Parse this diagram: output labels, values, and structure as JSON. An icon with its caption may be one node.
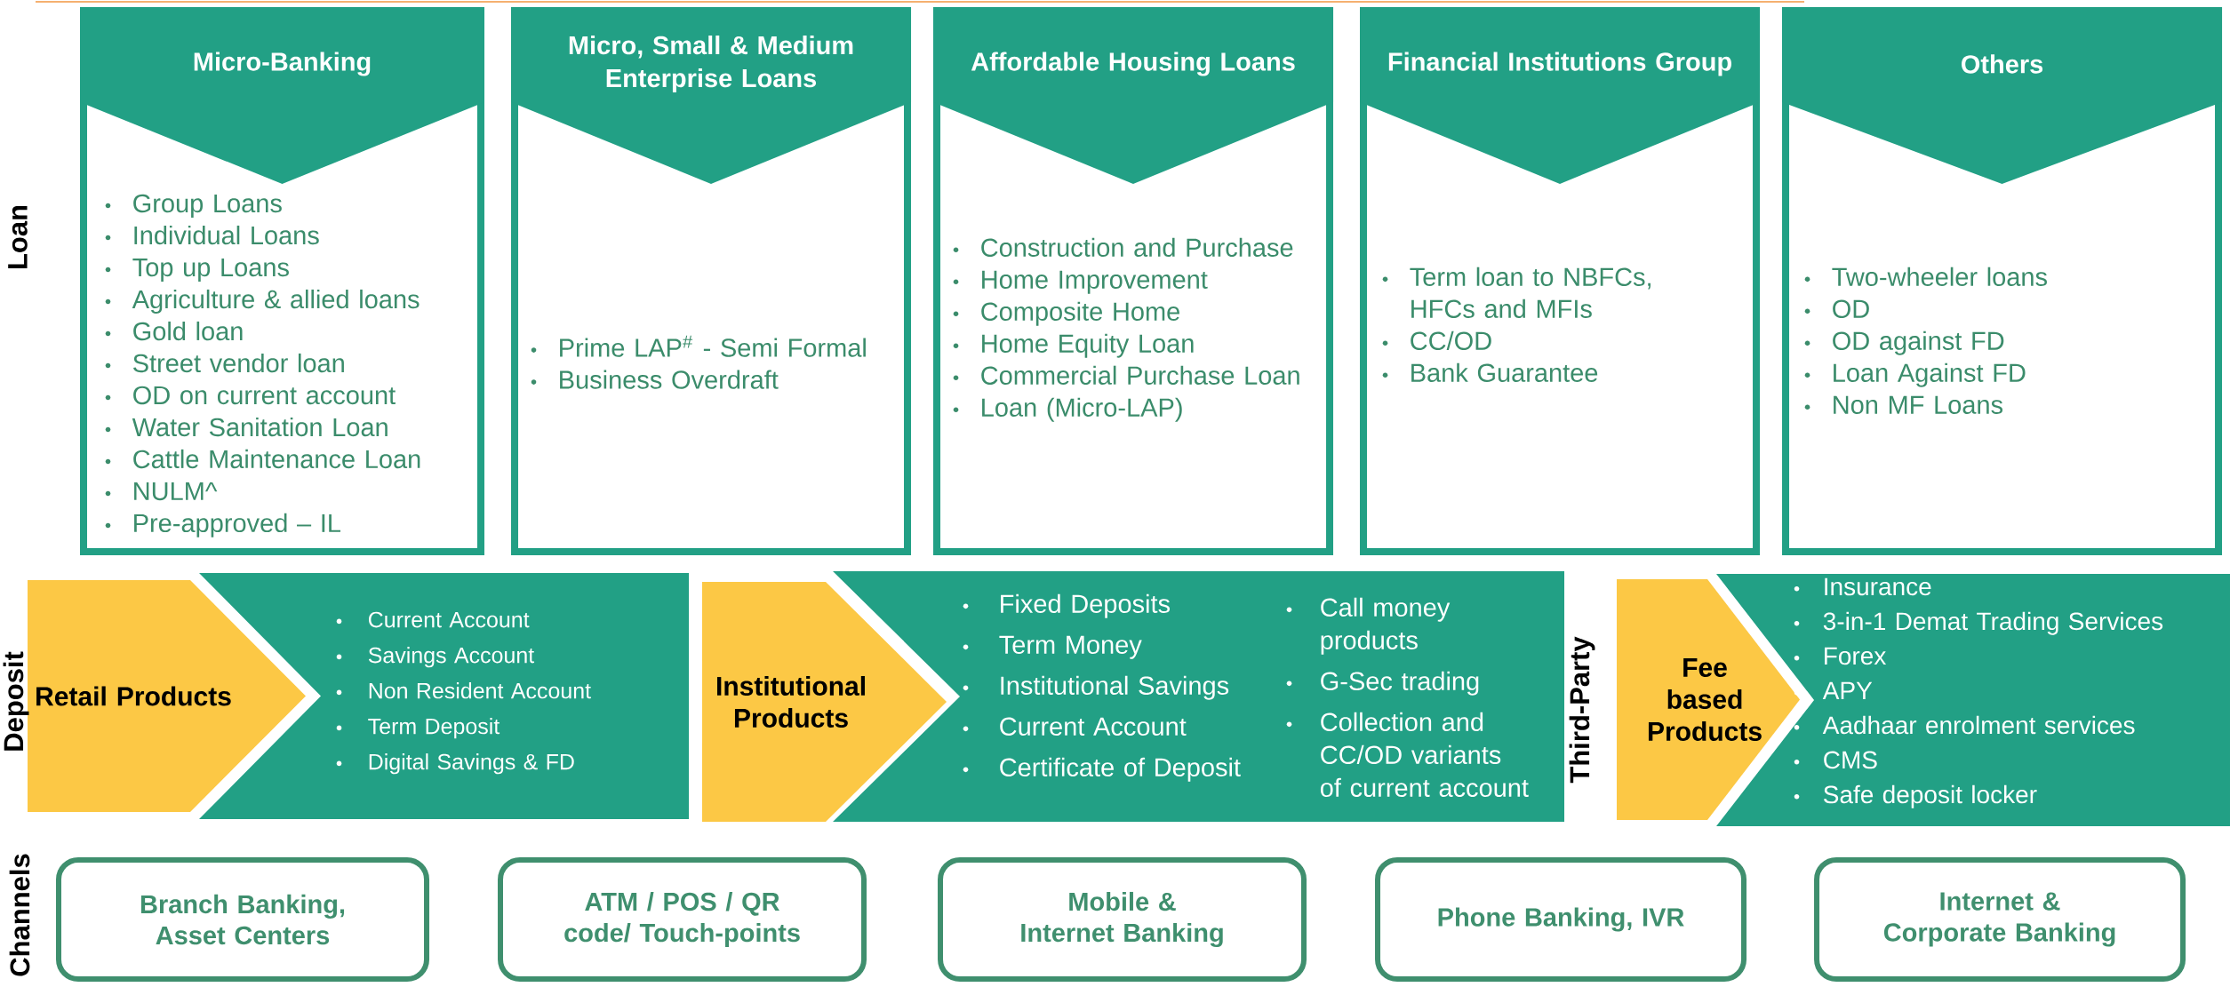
{
  "diagram": {
    "nodes": [
      {
        "text": [
          "Micro-Banking",
          "Group Loans",
          "Individual Loans",
          "Top up Loans",
          "Agriculture & allied loans",
          "Gold loan",
          "Street vendor loan",
          "OD on current account",
          "Water Sanitation Loan",
          "Cattle Maintenance Loan",
          "NULM^",
          "Pre-approved – IL"
        ]
      },
      {
        "text": [
          "Micro, Small & Medium Enterprise Loans",
          "Prime LAP$^{#}$ - Semi Formal",
          "Business Overdraft"
        ]
      },
      {
        "text": [
          "Affordable Housing Loans",
          "Construction and Purchase",
          "Home Improvement",
          "Composite Home",
          "Home Equity Loan",
          "Commercial Purchase Loan",
          "Loan (Micro-LAP)"
        ]
      },
      {
        "text": [
          "Financial Institutions Group",
          "Term loan to NBFCs, HFCs and MFIs",
          "CC/OD",
          "Bank Guarantee"
        ]
      },
      {
        "text": [
          "Others",
          "Two-wheeler loans",
          "OD",
          "OD against FD",
          "Loan Against FD",
          "Non MF Loans"
        ]
      },
      {
        "text": [
          "Retail Products"
        ]
      },
      {
        "text": [
          "Current Account",
          "Savings Account",
          "Non Resident Account",
          "Term Deposit",
          "Digital Savings & FD"
        ]
      },
      {
        "text": [
          "Institutional Products"
        ]
      },
      {
        "text": [
          "Fixed Deposits",
          "Term Money",
          "Institutional Savings",
          "Current Account",
          "Certificate of Deposit",
          "Call money products",
          "G-Sec trading",
          "Collection and CC/OD variants of current account"
        ]
      },
      {
        "text": [
          "Fee based Products"
        ]
      },
      {
        "text": [
          "Insurance",
          "3-in-1 Demat Trading Services",
          "Forex",
          "APY",
          "Aadhaar enrolment services",
          "CMS",
          "Safe deposit locker"
        ]
      },
      {
        "text": [
          "Branch Banking, Asset Centers"
        ]
      },
      {
        "text": [
          "ATM / POS / QR code/ Touch-points"
        ]
      },
      {
        "text": [
          "Mobile & Internet Banking"
        ]
      },
      {
        "text": [
          "Phone Banking, IVR"
        ]
      },
      {
        "text": [
          "Internet & Corporate Banking"
        ]
      }
    ],
    "labels": [
      "Loan",
      "Deposit",
      "Third-Party",
      "Channels"
    ]
  }
}
